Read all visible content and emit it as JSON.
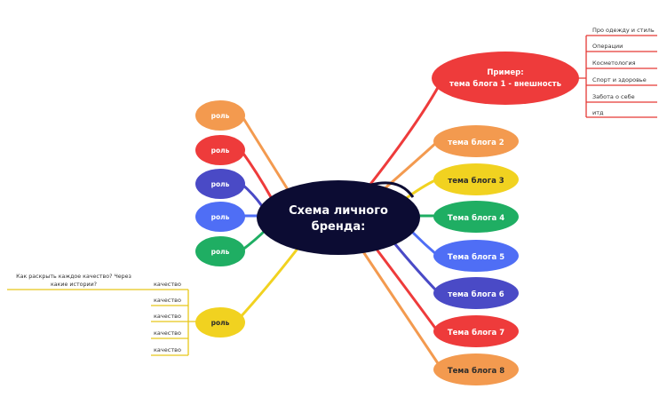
{
  "center": {
    "line1": "Схема личного",
    "line2": "бренда:"
  },
  "colors": {
    "center": "#0c0c33",
    "orange": "#f39a4f",
    "red": "#ee3b3b",
    "yellow": "#f1d220",
    "green": "#1fae63",
    "blue": "#4f6ef5",
    "indigo": "#4a4ac6",
    "detail_line_red": "#e53935",
    "detail_line_yellow": "#e8c81a"
  },
  "example_topic": {
    "line1": "Пример:",
    "line2": "тема блога 1 - внешность",
    "details": [
      "Про одежду и стиль",
      "Операции",
      "Косметология",
      "Спорт и здоровье",
      "Забота о себе",
      "итд"
    ]
  },
  "topics": [
    "тема блога 2",
    "тема блога 3",
    "Тема блога 4",
    "Тема блога 5",
    "тема блога 6",
    "Тема блога 7",
    "Тема блога 8"
  ],
  "roles": [
    "роль",
    "роль",
    "роль",
    "роль",
    "роль",
    "роль"
  ],
  "qualities": {
    "question": "Как раскрыть каждое качество? Через какие истории?",
    "question_line1": "Как раскрыть каждое качество? Через",
    "question_line2": "какие истории?",
    "items": [
      "качество",
      "качество",
      "качество",
      "качество",
      "качество"
    ]
  }
}
